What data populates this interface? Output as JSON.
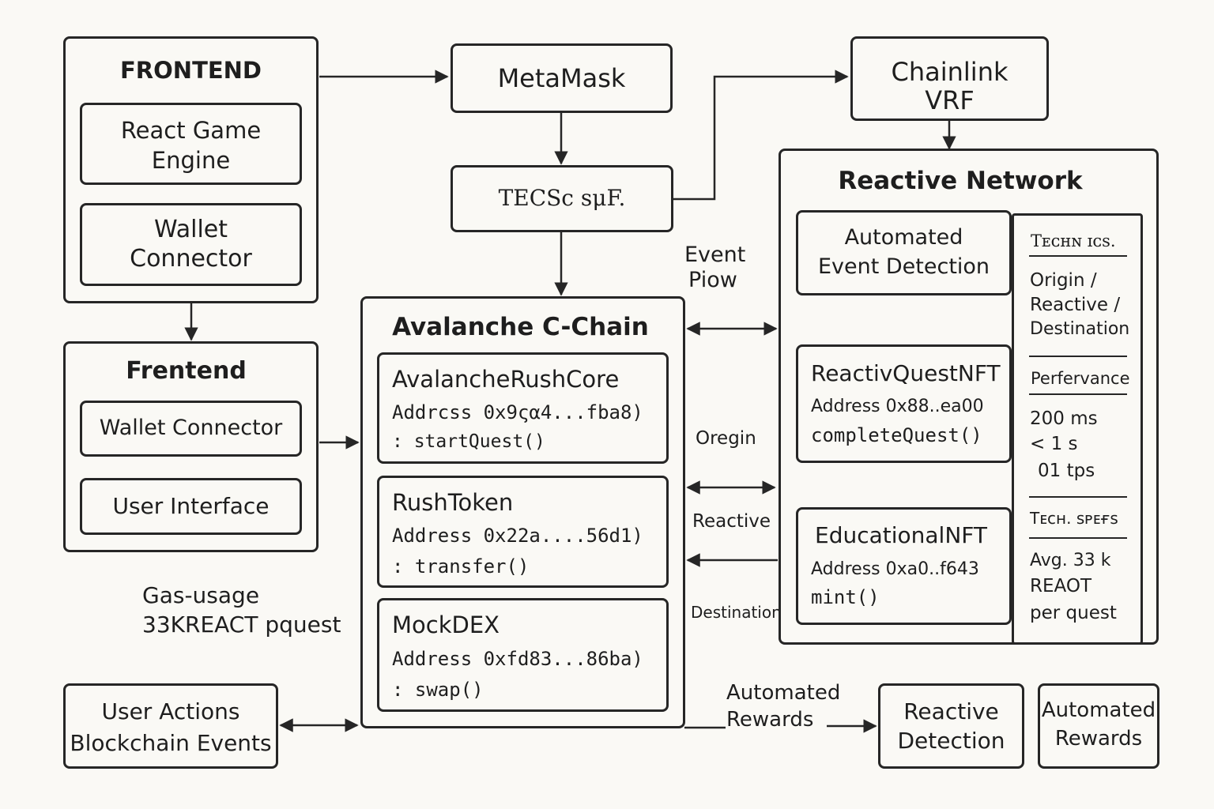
{
  "frontend_top": {
    "title": "FRONTEND",
    "react_game_engine": "React Game Engine",
    "wallet_connector": "Wallet Connector"
  },
  "frontend_bottom": {
    "title": "Frentend",
    "wallet_connector": "Wallet Connector",
    "user_interface": "User Interface"
  },
  "gas_usage": {
    "line1": "Gas-usage",
    "line2": "33KREACT pquest"
  },
  "user_actions": {
    "line1": "User Actions",
    "line2": "Blockchain Events"
  },
  "metamask": {
    "label": "MetaMask"
  },
  "tecsc": {
    "label": "TECSc sμF."
  },
  "chainlink": {
    "line1": "Chainlink",
    "line2": "VRF"
  },
  "avalanche": {
    "title": "Avalanche C-Chain",
    "contracts": [
      {
        "name": "AvalancheRushCore",
        "address": "Addrcss  0x9ςα4...fba8)",
        "func": ":  startQuest()"
      },
      {
        "name": "RushToken",
        "address": "Address  0x22a....56d1)",
        "func": ":  transfer()"
      },
      {
        "name": "MockDEX",
        "address": "Address  0xfd83...86ba)",
        "func": ":  swap()"
      }
    ]
  },
  "flow_labels": {
    "event_flow_1": "Event",
    "event_flow_2": "Piow",
    "origin": "Oregin",
    "reactive": "Reactive",
    "destination": "Destination"
  },
  "reactive_network": {
    "title": "Reactive Network",
    "automated_detection": {
      "line1": "Automated",
      "line2": "Event Detection"
    },
    "quest_nft": {
      "name": "ReactivQuestNFT",
      "address": "Address 0x88..ea00",
      "func": "completeQuest()"
    },
    "edu_nft": {
      "name": "EducationalNFT",
      "address": "Address 0xa0..f643",
      "func": "mint()"
    },
    "side_panel": {
      "h1": "Tᴇᴄʜɴ ɪᴄs.",
      "origin_1": "Origin /",
      "origin_2": "Reactive /",
      "origin_3": "Destination",
      "h2": "Perfervance",
      "perf_1": "200 ms",
      "perf_2": "< 1 s",
      "perf_3": "01 tps",
      "h3": "Tᴇᴄʜ. sᴘᴇғs",
      "spec_1": "Avg.  33 k",
      "spec_2": "REAOT",
      "spec_3": "per quest"
    }
  },
  "bottom": {
    "automated_rewards_label_1": "Automated",
    "automated_rewards_label_2": "Rewards",
    "reactive_detection_1": "Reactive",
    "reactive_detection_2": "Detection",
    "automated_rewards_box_1": "Automated",
    "automated_rewards_box_2": "Rewards"
  }
}
